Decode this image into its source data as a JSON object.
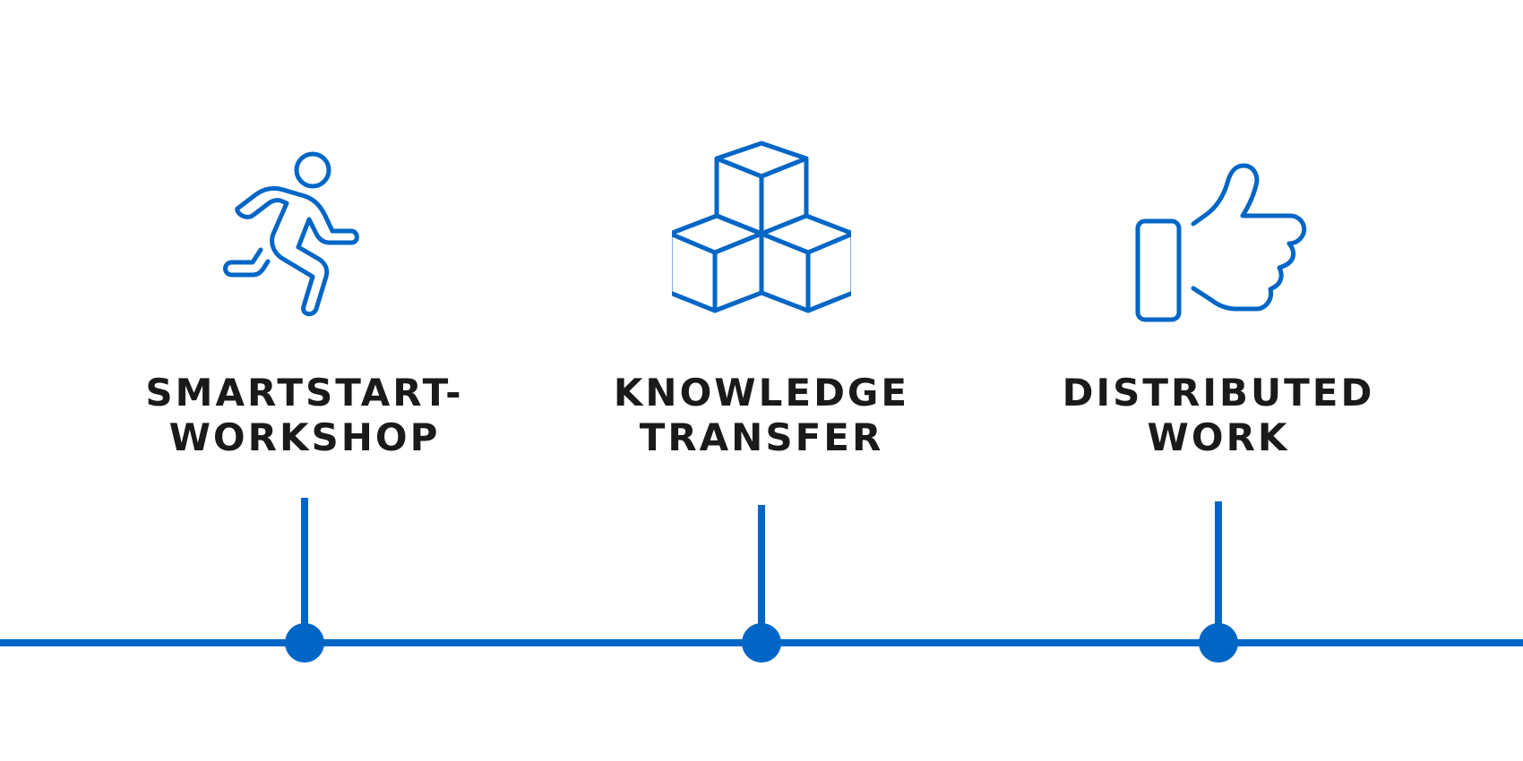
{
  "colors": {
    "accent": "#0066c6",
    "text": "#1a1a1a",
    "background": "#ffffff"
  },
  "steps": [
    {
      "icon": "running-person-icon",
      "label_lines": [
        "SMARTSTART-",
        "WORKSHOP"
      ]
    },
    {
      "icon": "stacked-cubes-icon",
      "label_lines": [
        "KNOWLEDGE",
        "TRANSFER"
      ]
    },
    {
      "icon": "thumbs-up-icon",
      "label_lines": [
        "DISTRIBUTED",
        "WORK"
      ]
    }
  ]
}
